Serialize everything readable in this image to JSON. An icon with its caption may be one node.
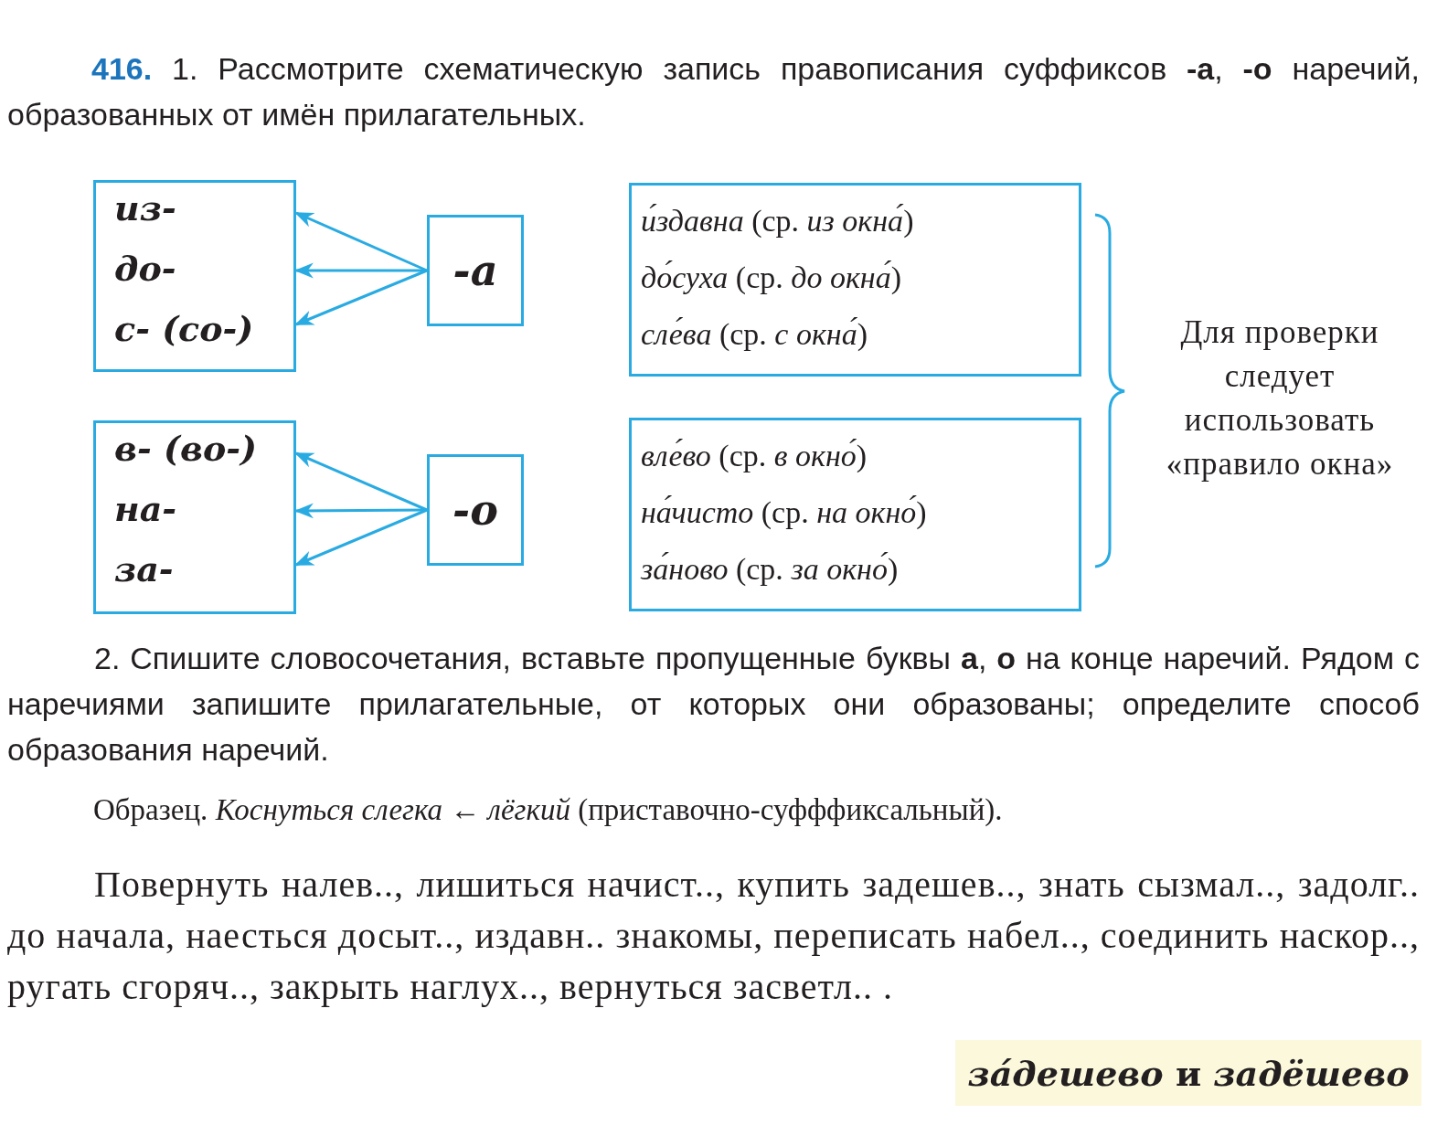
{
  "diagram": {
    "nodes": [
      {
        "text": [
          "из-",
          "до-",
          "с- (со-)"
        ]
      },
      {
        "text": [
          "-а"
        ]
      },
      {
        "text": [
          "*и́здавна* (ср. *из окна́*)",
          "*до́суха* (ср. *до окна́*)",
          "*сле́ва* (ср. *с окна́*)"
        ]
      },
      {
        "text": [
          "в- (во-)",
          "на-",
          "за-"
        ]
      },
      {
        "text": [
          "-о"
        ]
      },
      {
        "text": [
          "*вле́во* (ср. *в окно́*)",
          "*на́чисто* (ср. *на окно́*)",
          "*за́ново* (ср. *за окно́*)"
        ]
      },
      {
        "text": [
          "*за́дешево* и *задёшево*"
        ]
      }
    ],
    "edges": [
      {
        "from": 1,
        "to": 0,
        "arrow": "to"
      },
      {
        "from": 1,
        "to": 0,
        "arrow": "to"
      },
      {
        "from": 1,
        "to": 0,
        "arrow": "to"
      },
      {
        "from": 4,
        "to": 3,
        "arrow": "to"
      },
      {
        "from": 4,
        "to": 3,
        "arrow": "to"
      },
      {
        "from": 4,
        "to": 3,
        "arrow": "to"
      }
    ],
    "labels": [
      "416.",
      "1. Рассмотрите схематическую запись правописания суффиксов **-а**, **-о** наречий, образованных от имён прилагательных.",
      "Для проверки следует использовать «правило окна»",
      "2. Спишите словосочетания, вставьте пропущенные буквы **а**, **о** на конце наречий. Рядом с наречиями запишите прилагательные, от которых они образованы; определите способ образования наречий.",
      "Образец. *Коснуться слегка* ← *лёгкий* (приставочно-суфффиксальный).",
      "Повернуть налев.., лишиться начист.., купить задешев.., знать сызмал.., задолг.. до начала, наесться досыт.., издавн.. знакомы, переписать набел.., соединить наскор.., ругать сгоряч.., закрыть наглух.., вернуться засветл.. ."
    ]
  }
}
